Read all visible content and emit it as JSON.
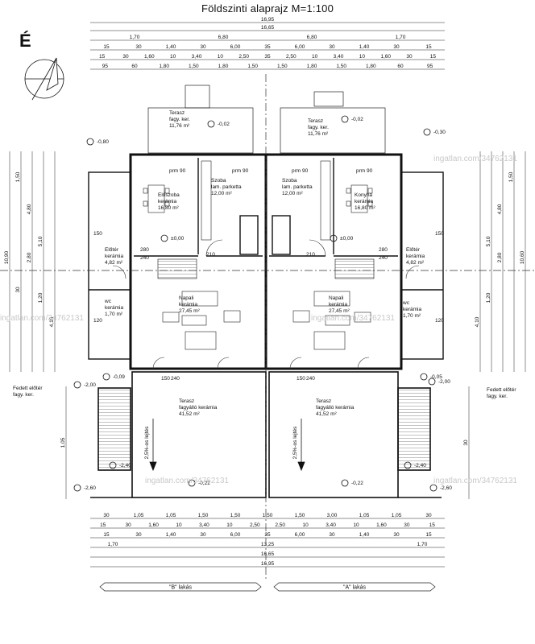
{
  "title": "Földszinti alaprajz  M=1:100",
  "north_label": "É",
  "watermark": "ingatlan.com/34762131",
  "dims_top": {
    "total_outer": "16,95",
    "total_inner": "16,65",
    "row1": [
      "1,70",
      "6,80",
      "6,80",
      "1,70"
    ],
    "row2": [
      "15",
      "30",
      "1,40",
      "30",
      "6,00",
      "35",
      "6,00",
      "30",
      "1,40",
      "30",
      "15"
    ],
    "row3": [
      "15",
      "30",
      "1,60",
      "10",
      "3,40",
      "10",
      "2,50",
      "35",
      "2,50",
      "10",
      "3,40",
      "10",
      "1,60",
      "30",
      "15"
    ],
    "row4": [
      "95",
      "60",
      "1,80",
      "1,50",
      "1,80",
      "1,50",
      "1,50",
      "1,80",
      "1,50",
      "1,80",
      "60",
      "95"
    ]
  },
  "dims_bottom": {
    "row1": [
      "30",
      "1,05",
      "1,05",
      "1,50",
      "1,50",
      "1,50",
      "1,50",
      "3,00",
      "1,05",
      "1,05",
      "30"
    ],
    "row2": [
      "15",
      "30",
      "1,60",
      "10",
      "3,40",
      "10",
      "2,50",
      "2,50",
      "10",
      "3,40",
      "10",
      "1,60",
      "30",
      "15"
    ],
    "row3": [
      "15",
      "30",
      "1,40",
      "30",
      "6,00",
      "35",
      "6,00",
      "30",
      "1,40",
      "30",
      "15"
    ],
    "mid": "13,25",
    "row4": [
      "1,70",
      "1,70"
    ],
    "total_inner": "16,65",
    "total_outer": "16,95"
  },
  "dims_left": [
    "10,90",
    "1,50",
    "4,80",
    "5,10",
    "4,10",
    "30",
    "2,80",
    "1,20",
    "1,05"
  ],
  "dims_right": [
    "10,60",
    "1,50",
    "4,80",
    "5,10",
    "4,10",
    "2,80",
    "1,20",
    "30"
  ],
  "rooms": [
    {
      "name": "Terasz",
      "sub": "fagy. ker.",
      "area": "11,76 m²",
      "side": "B"
    },
    {
      "name": "Terasz",
      "sub": "fagy. ker.",
      "area": "11,76 m²",
      "side": "A"
    },
    {
      "name": "Előszoba",
      "sub": "kerámia",
      "area": "16,80 m²",
      "side": "B"
    },
    {
      "name": "Szoba",
      "sub": "lam. parketta",
      "area": "12,00 m²",
      "side": "B"
    },
    {
      "name": "Szoba",
      "sub": "lam. parketta",
      "area": "12,00 m²",
      "side": "A"
    },
    {
      "name": "Konyha",
      "sub": "kerámia",
      "area": "16,80 m²",
      "side": "A"
    },
    {
      "name": "Előtér",
      "sub": "kerámia",
      "area": "4,82 m²",
      "side": "B"
    },
    {
      "name": "Előtér",
      "sub": "kerámia",
      "area": "4,82 m²",
      "side": "A"
    },
    {
      "name": "Napali",
      "sub": "kerámia",
      "area": "27,45 m²",
      "side": "B"
    },
    {
      "name": "Napali",
      "sub": "kerámia",
      "area": "27,45 m²",
      "side": "A"
    },
    {
      "name": "wc",
      "sub": "kerámia",
      "area": "1,70 m²",
      "side": "B"
    },
    {
      "name": "wc",
      "sub": "kerámia",
      "area": "1,70 m²",
      "side": "A"
    },
    {
      "name": "Terasz",
      "sub": "fagyálló kerámia",
      "area": "41,52 m²",
      "side": "B"
    },
    {
      "name": "Terasz",
      "sub": "fagyálló kerámia",
      "area": "41,52 m²",
      "side": "A"
    },
    {
      "name": "Fedett előtér",
      "sub": "fagy. ker.",
      "area": "",
      "side": "B"
    },
    {
      "name": "Fedett előtér",
      "sub": "fagy. ker.",
      "area": "",
      "side": "A"
    }
  ],
  "levels": [
    "-0,80",
    "-0,02",
    "-0,02",
    "-0,30",
    "±0,00",
    "±0,00",
    "-0,09",
    "-0,05",
    "-2,00",
    "-2,00",
    "-2,60",
    "-2,60",
    "-0,22",
    "-0,22",
    "-2,40",
    "-2,40"
  ],
  "slope_label": "2,5%-os lejtés",
  "door_tags": [
    "prm 90",
    "prm 90",
    "prm 90",
    "prm 90",
    "210",
    "210",
    "280",
    "280",
    "240",
    "240",
    "150",
    "240",
    "150",
    "240",
    "120",
    "120",
    "150",
    "150"
  ],
  "labels_bottom": {
    "left": "\"B\" lakás",
    "right": "\"A\" lakás"
  }
}
